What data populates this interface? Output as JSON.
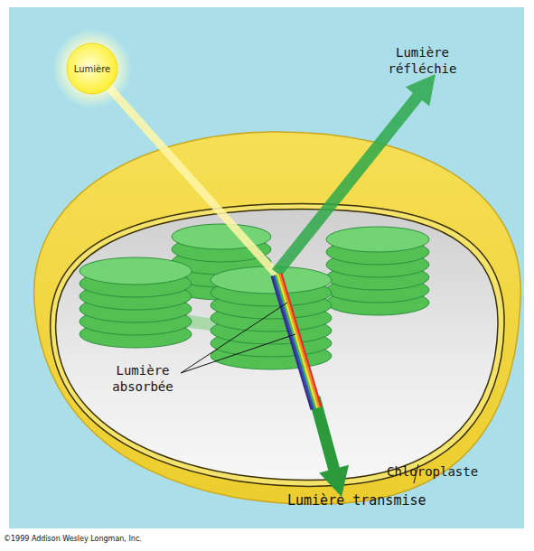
{
  "diagram": {
    "nodes": [
      {
        "text": [
          "Lumière"
        ]
      }
    ],
    "labels": [
      "Lumière réfléchie",
      "Lumière absorbée",
      "Chloroplaste",
      "Lumière transmise",
      "©1999 Addison Wesley Longman, Inc."
    ]
  }
}
